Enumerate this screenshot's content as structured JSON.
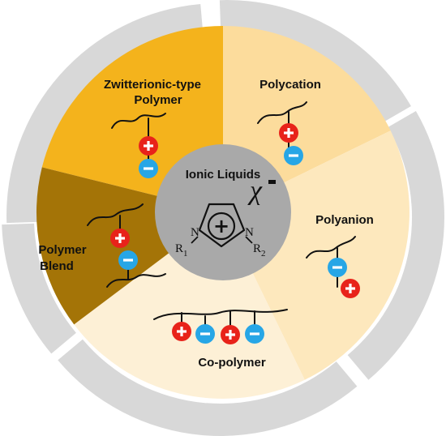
{
  "center": {
    "title": "Ionic Liquids",
    "anion_symbol": "χ",
    "anion_charge": "-",
    "cation_charge": "+",
    "n_left": "N",
    "n_right": "N",
    "r1_main": "R",
    "r1_sub": "1",
    "r2_main": "R",
    "r2_sub": "2"
  },
  "segments": {
    "zwitterionic": {
      "line1": "Zwitterionic-type",
      "line2": "Polymer",
      "color": "#f4b31c"
    },
    "polycation": {
      "label": "Polycation",
      "color": "#fcdc9c"
    },
    "polyanion": {
      "label": "Polyanion",
      "color": "#fde8bd"
    },
    "copolymer": {
      "label": "Co-polymer",
      "color": "#fdf0d6"
    },
    "blend": {
      "line1": "Polymer",
      "line2": "Blend",
      "color": "#a47407"
    }
  },
  "ions": {
    "plus": "+",
    "minus": "−",
    "cation_color": "#e8231a",
    "anion_color": "#27a6e6"
  },
  "colors": {
    "outer_ring": "#d8d8d8",
    "center_disk": "#a9a9a9"
  }
}
